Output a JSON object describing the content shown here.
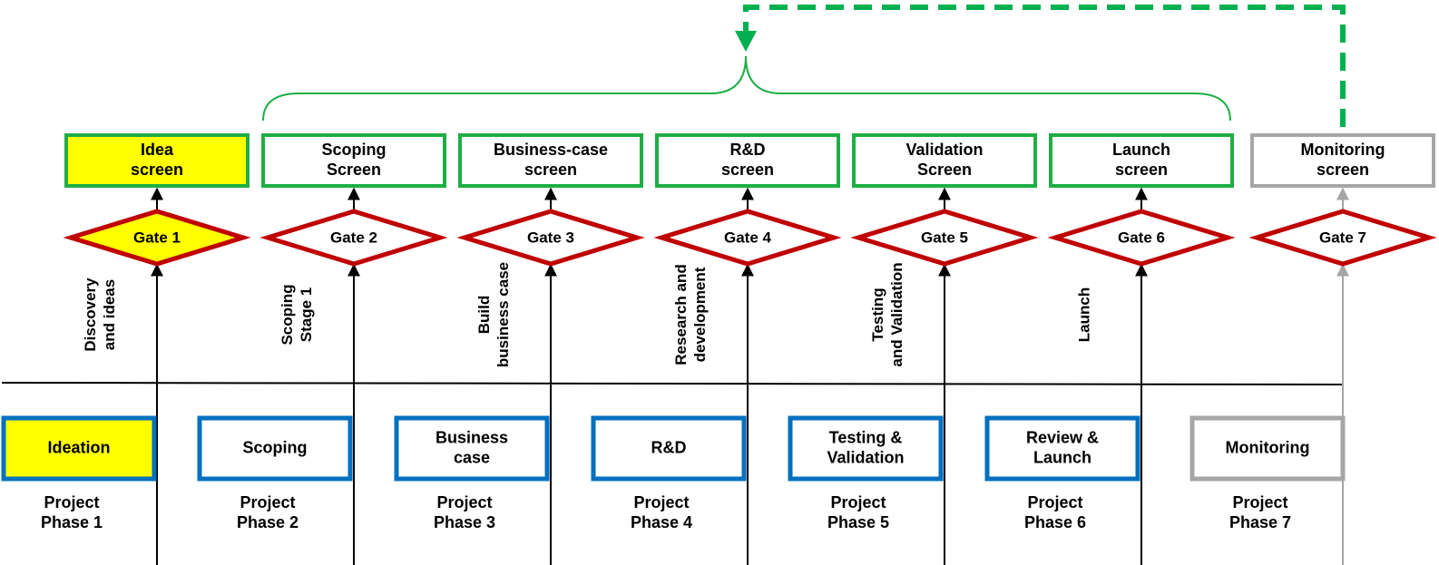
{
  "colors": {
    "screen_border": "#1fae45",
    "gate_border": "#c00000",
    "phase_border": "#0070c0",
    "highlight": "#ffff00",
    "inactive": "#a6a6a6",
    "line": "#000000",
    "feedback_arrow": "#00b050"
  },
  "columns": [
    {
      "screen": [
        "Idea",
        "screen"
      ],
      "gate": "Gate 1",
      "stage": [
        "Discovery",
        "and ideas"
      ],
      "phase_box": [
        "Ideation"
      ],
      "phase": [
        "Project",
        "Phase 1"
      ],
      "state": "highlight"
    },
    {
      "screen": [
        "Scoping",
        "Screen"
      ],
      "gate": "Gate 2",
      "stage": [
        "Scoping",
        "Stage 1"
      ],
      "phase_box": [
        "Scoping"
      ],
      "phase": [
        "Project",
        "Phase 2"
      ],
      "state": "normal"
    },
    {
      "screen": [
        "Business-case",
        "screen"
      ],
      "gate": "Gate 3",
      "stage": [
        "Build",
        "business case"
      ],
      "phase_box": [
        "Business",
        "case"
      ],
      "phase": [
        "Project",
        "Phase 3"
      ],
      "state": "normal"
    },
    {
      "screen": [
        "R&D",
        "screen"
      ],
      "gate": "Gate 4",
      "stage": [
        "Research and",
        "development"
      ],
      "phase_box": [
        "R&D"
      ],
      "phase": [
        "Project",
        "Phase 4"
      ],
      "state": "normal"
    },
    {
      "screen": [
        "Validation",
        "Screen"
      ],
      "gate": "Gate 5",
      "stage": [
        "Testing",
        "and Validation"
      ],
      "phase_box": [
        "Testing &",
        "Validation"
      ],
      "phase": [
        "Project",
        "Phase 5"
      ],
      "state": "normal"
    },
    {
      "screen": [
        "Launch",
        "screen"
      ],
      "gate": "Gate 6",
      "stage": [
        "Launch"
      ],
      "phase_box": [
        "Review &",
        "Launch"
      ],
      "phase": [
        "Project",
        "Phase 6"
      ],
      "state": "normal"
    },
    {
      "screen": [
        "Monitoring",
        "screen"
      ],
      "gate": "Gate 7",
      "stage": [],
      "phase_box": [
        "Monitoring"
      ],
      "phase": [
        "Project",
        "Phase 7"
      ],
      "state": "inactive"
    }
  ]
}
